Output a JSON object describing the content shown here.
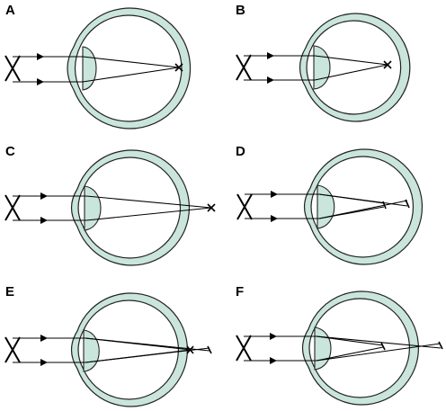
{
  "colors": {
    "eye_fill": "#c9e5dc",
    "outline": "#222222",
    "background": "#ffffff"
  },
  "panels": [
    {
      "label": "A",
      "focus_marks": [
        "x"
      ]
    },
    {
      "label": "B",
      "focus_marks": [
        "x"
      ]
    },
    {
      "label": "C",
      "focus_marks": [
        "x"
      ]
    },
    {
      "label": "D",
      "focus_marks": [
        "line",
        "line"
      ]
    },
    {
      "label": "E",
      "focus_marks": [
        "x",
        "line"
      ]
    },
    {
      "label": "F",
      "focus_marks": [
        "line",
        "line"
      ]
    }
  ]
}
